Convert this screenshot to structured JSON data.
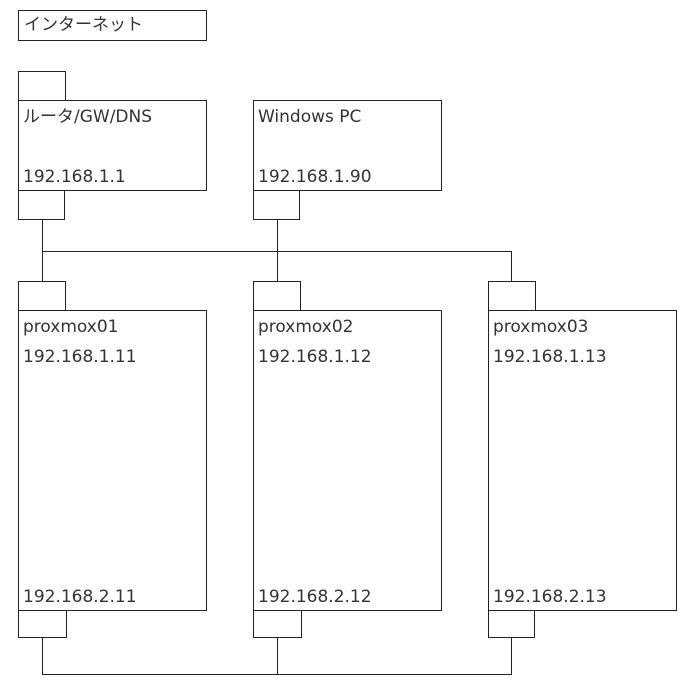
{
  "internet": {
    "label": "インターネット"
  },
  "router": {
    "label": "ルータ/GW/DNS",
    "ip": "192.168.1.1"
  },
  "windows_pc": {
    "label": "Windows PC",
    "ip": "192.168.1.90"
  },
  "nodes": [
    {
      "label": "proxmox01",
      "ip_primary": "192.168.1.11",
      "ip_secondary": "192.168.2.11"
    },
    {
      "label": "proxmox02",
      "ip_primary": "192.168.1.12",
      "ip_secondary": "192.168.2.12"
    },
    {
      "label": "proxmox03",
      "ip_primary": "192.168.1.13",
      "ip_secondary": "192.168.2.13"
    }
  ]
}
